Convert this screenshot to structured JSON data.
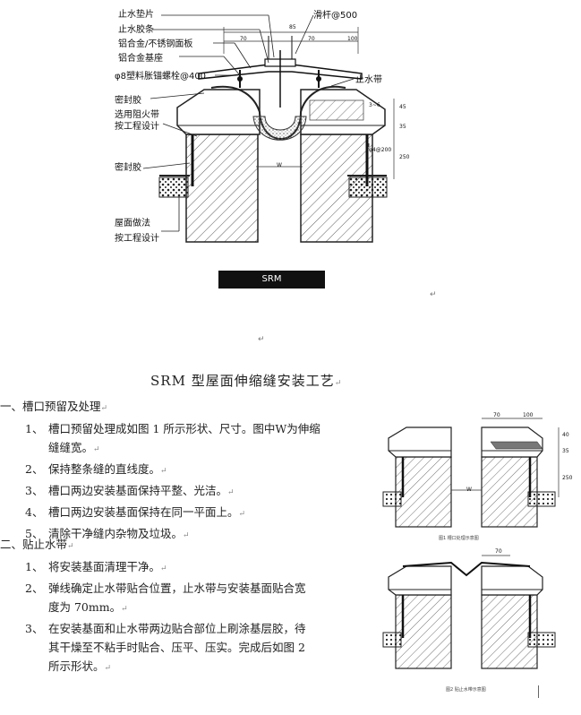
{
  "diagram1": {
    "labels": {
      "stop_pad": "止水垫片",
      "stop_strip": "止水胶条",
      "alloy_panel": "铝合金/不锈钢面板",
      "alloy_base": "铝合金基座",
      "anchor_bolt": "φ8塑料胀锚螺栓@400",
      "sealant1": "密封胶",
      "fire_strip_1": "选用阻火带",
      "fire_strip_2": "按工程设计",
      "sealant2": "密封胶",
      "roof_1": "屋面做法",
      "roof_2": "按工程设计",
      "slide_bar": "滑杆@500",
      "water_stop": "止水带"
    },
    "dims": {
      "d85": "85",
      "d70a": "70",
      "d70b": "70",
      "d100": "100",
      "t": "3~6",
      "d45": "45",
      "d35": "35",
      "d250": "250",
      "bolt": "φ4@200",
      "w": "W"
    },
    "badge": "SRM"
  },
  "document": {
    "title": "SRM 型屋面伸缩缝安装工艺",
    "sections": [
      {
        "heading": "一、槽口预留及处理",
        "items": [
          {
            "num": "1、",
            "lines": [
              "槽口预留处理成如图 1 所示形状、尺寸。图中W为伸缩",
              "缝缝宽。"
            ]
          },
          {
            "num": "2、",
            "lines": [
              "保持整条缝的直线度。"
            ]
          },
          {
            "num": "3、",
            "lines": [
              "槽口两边安装基面保持平整、光洁。"
            ]
          },
          {
            "num": "4、",
            "lines": [
              "槽口两边安装基面保持在同一平面上。"
            ]
          },
          {
            "num": "5、",
            "lines": [
              "清除干净缝内杂物及垃圾。"
            ]
          }
        ]
      },
      {
        "heading": "二、贴止水带",
        "items": [
          {
            "num": "1、",
            "lines": [
              "将安装基面清理干净。"
            ]
          },
          {
            "num": "2、",
            "lines": [
              "弹线确定止水带贴合位置，止水带与安装基面贴合宽",
              "度为 70mm。"
            ]
          },
          {
            "num": "3、",
            "lines": [
              "在安装基面和止水带两边贴合部位上刷涂基层胶，待",
              "其干燥至不粘手时贴合、压平、压实。完成后如图 2",
              "所示形状。"
            ]
          }
        ]
      }
    ]
  },
  "fig1": {
    "d70": "70",
    "d100": "100",
    "d40": "40",
    "d35": "35",
    "d250": "250",
    "w": "W",
    "caption": "图1 槽口处理示意图"
  },
  "fig2": {
    "d70": "70",
    "caption": "图2 贴止水带示意图"
  }
}
